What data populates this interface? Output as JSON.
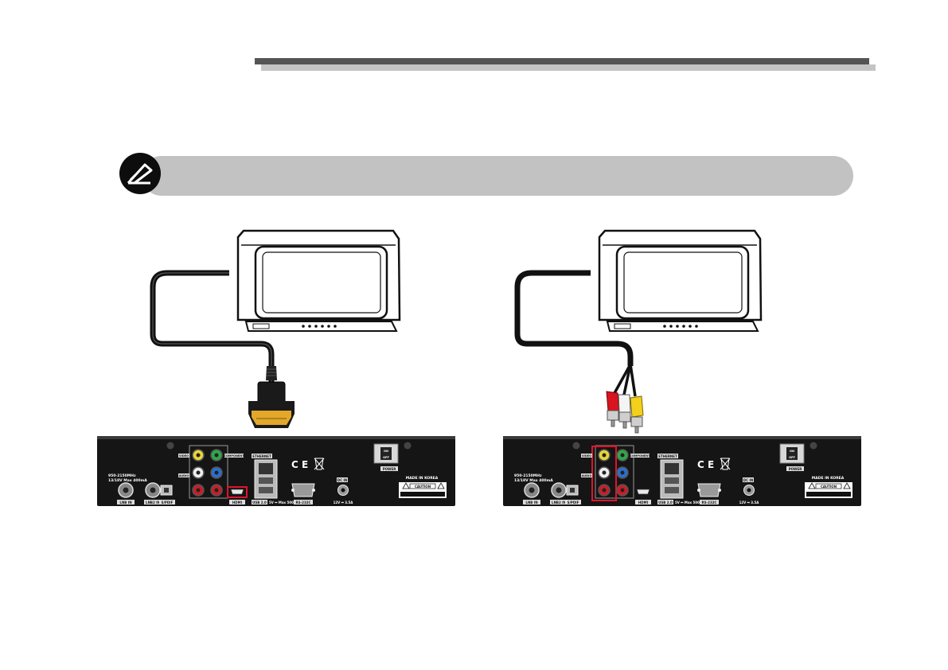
{
  "icons": {
    "note": "pen-note-icon"
  },
  "receiver_labels": {
    "video": "VIDEO",
    "audio": "AUDIO",
    "component": "COMPONENT",
    "ethernet": "ETHERNET",
    "lnb_in": "LNB IN",
    "lnb_out": "LNB2 IN",
    "spdif": "S/PDIF",
    "hdmi": "HDMI",
    "usb": "USB 2.0",
    "usb_power": "5V ⎓ Max 500mA",
    "rs232": "RS-232C",
    "dc_in": "DC IN",
    "dc_spec": "12V ⎓ 3.5A",
    "power": "POWER",
    "made_in": "MADE IN KOREA",
    "caution": "CAUTION",
    "lnb_spec_1": "950-2150MHz",
    "lnb_spec_2": "13/18V Max 400mA",
    "switch_on": "ON",
    "switch_off": "OFF"
  },
  "colors": {
    "title_bar": "#555555",
    "banner": "#c2c2c2",
    "hdmi_highlight": "#e0142a",
    "av_highlight": "#e0142a",
    "rca_yellow": "#f2d01c",
    "rca_white": "#f4f4f4",
    "rca_red": "#d8141e"
  }
}
